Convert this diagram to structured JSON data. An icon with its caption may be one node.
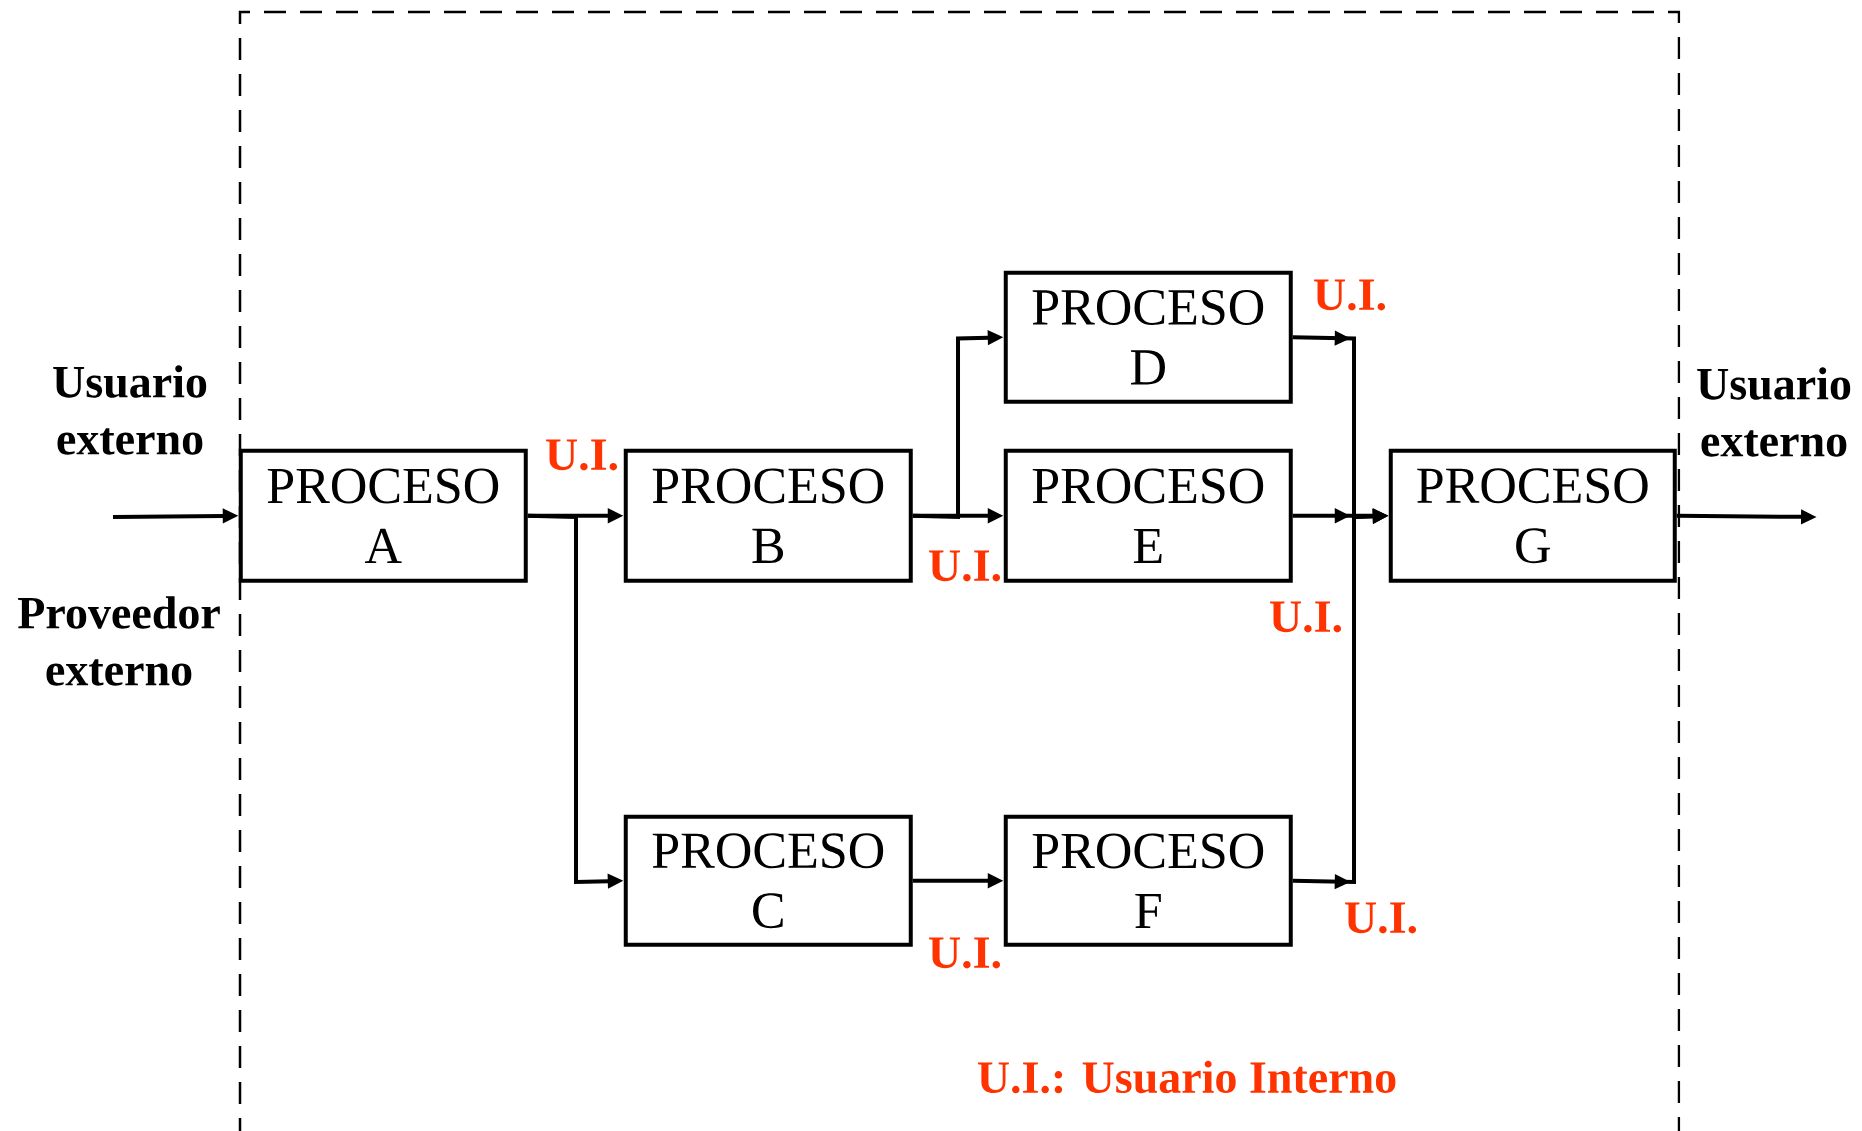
{
  "diagram": {
    "nodes": [
      {
        "text": [],
        "shape": "box"
      },
      {
        "text": [
          "PROCESO A"
        ],
        "in": 0
      },
      {
        "text": [
          "PROCESO B"
        ],
        "in": 0
      },
      {
        "text": [
          "PROCESO C"
        ],
        "in": 0
      },
      {
        "text": [
          "PROCESO D"
        ],
        "in": 0
      },
      {
        "text": [
          "PROCESO E"
        ],
        "in": 0
      },
      {
        "text": [
          "PROCESO F"
        ],
        "in": 0
      },
      {
        "text": [
          "PROCESO G"
        ],
        "in": 0
      }
    ],
    "edges": [
      {
        "from": null,
        "to": 1,
        "arrow": "to"
      },
      {
        "from": 1,
        "to": 2,
        "arrow": "to"
      },
      {
        "from": 1,
        "to": 3,
        "arrow": "to"
      },
      {
        "from": 2,
        "to": 4,
        "arrow": "to"
      },
      {
        "from": 2,
        "to": 5,
        "arrow": "to"
      },
      {
        "from": 3,
        "to": 6,
        "arrow": "to"
      },
      {
        "from": 4,
        "to": 7,
        "arrow": "to"
      },
      {
        "from": 5,
        "to": 7,
        "arrow": "to"
      },
      {
        "from": 6,
        "to": 7,
        "arrow": "to"
      },
      {
        "from": 7,
        "to": null,
        "arrow": "to"
      }
    ],
    "labels": [
      "U.I.",
      "Usuario externo",
      "Usuario externo",
      "U.I.",
      "U.I.",
      "Proveedor externo",
      "U.I.",
      "U.I.",
      "U.I.",
      "U.I.:  Usuario Interno"
    ]
  }
}
